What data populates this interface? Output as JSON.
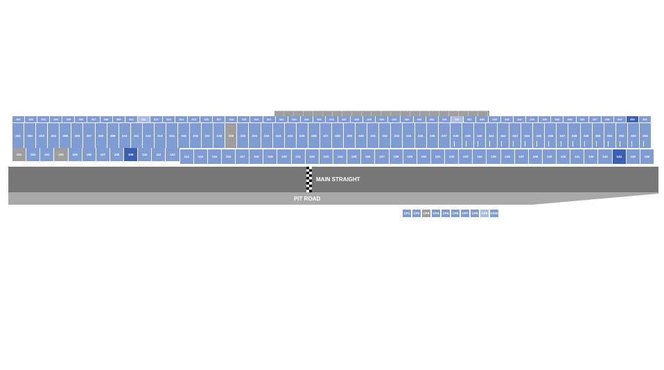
{
  "colors": {
    "available": "#7f9cd4",
    "available_light": "#a9bce6",
    "selected": "#3a5fb5",
    "unavailable": "#9e9e9e",
    "track": "#777777",
    "pit_road": "#a9a9a9",
    "background": "#ffffff"
  },
  "track": {
    "main_straight_label": "MAIN STRAIGHT",
    "pit_road_label": "PIT ROAD",
    "flag_icon": "checkered-flag-icon"
  },
  "rows": {
    "upper": [
      "301",
      "302",
      "303",
      "304",
      "305",
      "306",
      "307",
      "308",
      "309",
      "310",
      "311",
      "312",
      "313",
      "314",
      "315",
      "316",
      "317",
      "318",
      "319",
      "320",
      "321",
      "322",
      "323",
      "324",
      "325",
      "326",
      "327",
      "328",
      "329",
      "330",
      "331",
      "332",
      "333",
      "334",
      "335",
      "336",
      "337",
      "338",
      "339",
      "340",
      "341",
      "342",
      "343",
      "344",
      "345",
      "346",
      "347",
      "348",
      "349",
      "350",
      "351"
    ],
    "middle": [
      "201",
      "202",
      "203",
      "204",
      "205",
      "206",
      "207",
      "208",
      "209",
      "210",
      "211",
      "212",
      "213",
      "214",
      "215",
      "216",
      "217",
      "218",
      "219",
      "220",
      "221",
      "222",
      "223",
      "224",
      "225",
      "226",
      "227",
      "228",
      "229",
      "230",
      "231",
      "232",
      "233",
      "234",
      "235",
      "236",
      "237",
      "238",
      "239",
      "240",
      "241",
      "242",
      "243",
      "244",
      "245",
      "246",
      "247",
      "248",
      "249",
      "250",
      "251",
      "252",
      "253",
      "254"
    ],
    "lower": [
      "101",
      "102",
      "103",
      "104",
      "105",
      "106",
      "107",
      "108",
      "109",
      "110",
      "111",
      "112",
      "113",
      "114",
      "115",
      "116",
      "117",
      "118",
      "119",
      "120",
      "121",
      "122",
      "123",
      "124",
      "125",
      "126",
      "127",
      "128",
      "129",
      "130",
      "131",
      "132",
      "133",
      "134",
      "135",
      "136",
      "137",
      "138",
      "139",
      "140",
      "141",
      "142",
      "143",
      "144",
      "145",
      "146"
    ]
  },
  "status": {
    "upper_light": [
      "311",
      "336"
    ],
    "upper_selected": [
      "350"
    ],
    "middle_unavailable": [
      "219"
    ],
    "lower_unavailable": [
      "101",
      "104"
    ],
    "lower_selected": [
      "109",
      "144"
    ]
  },
  "club_pit": [
    "CP1",
    "CP2",
    "CP3",
    "CP4",
    "CP5",
    "CP6",
    "CP7",
    "CP8",
    "CP9",
    "CP10"
  ],
  "club_pit_status": {
    "unavailable": [
      "CP3"
    ],
    "light": [
      "CP9"
    ]
  }
}
